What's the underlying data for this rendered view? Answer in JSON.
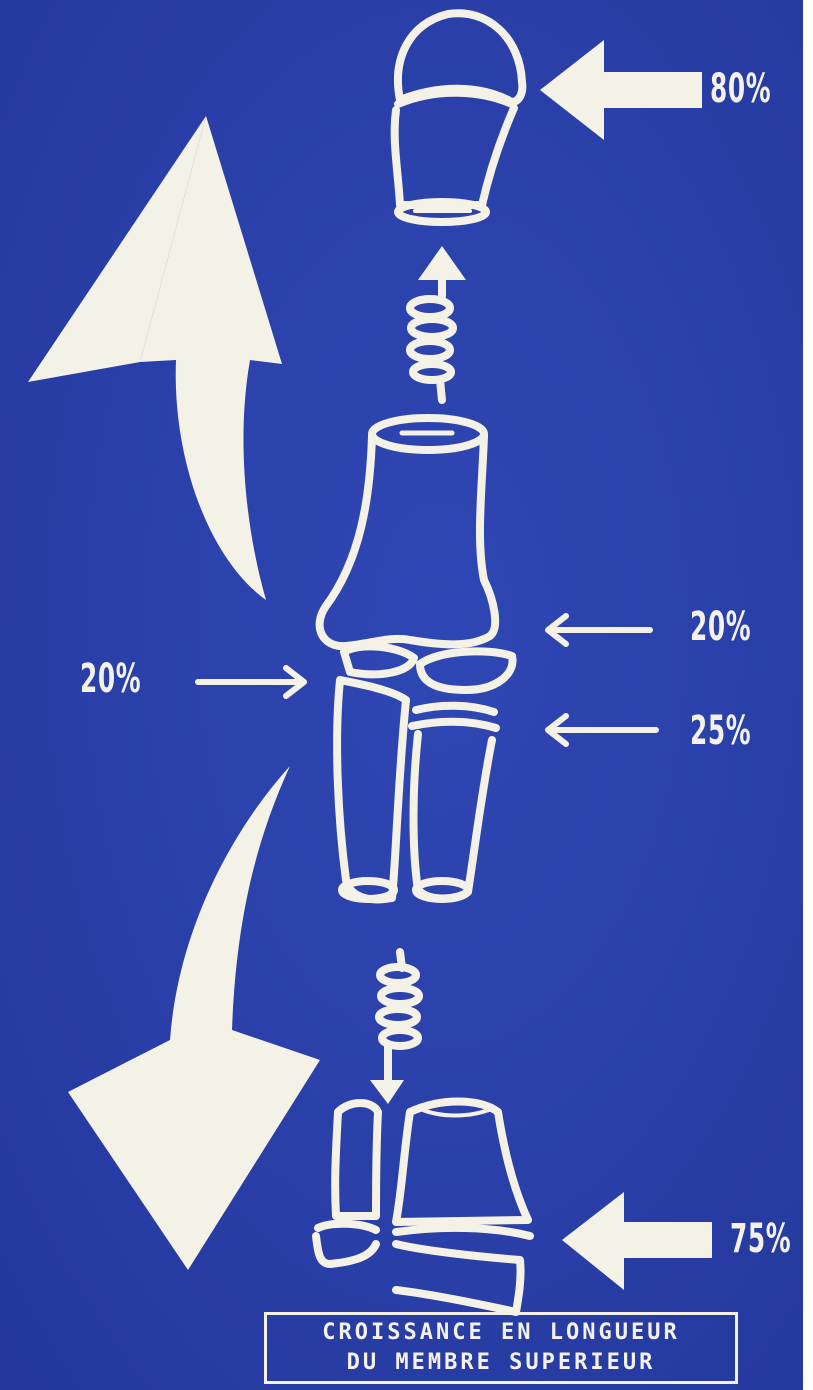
{
  "labels": {
    "top": "80%",
    "mid_left": "20%",
    "mid_right_upper": "20%",
    "mid_right_lower": "25%",
    "bottom": "75%"
  },
  "caption": {
    "line1": "CROISSANCE EN LONGUEUR",
    "line2": "DU MEMBRE SUPERIEUR"
  },
  "colors": {
    "background": "#2a3fa8",
    "drawing": "#f4f2e6"
  }
}
